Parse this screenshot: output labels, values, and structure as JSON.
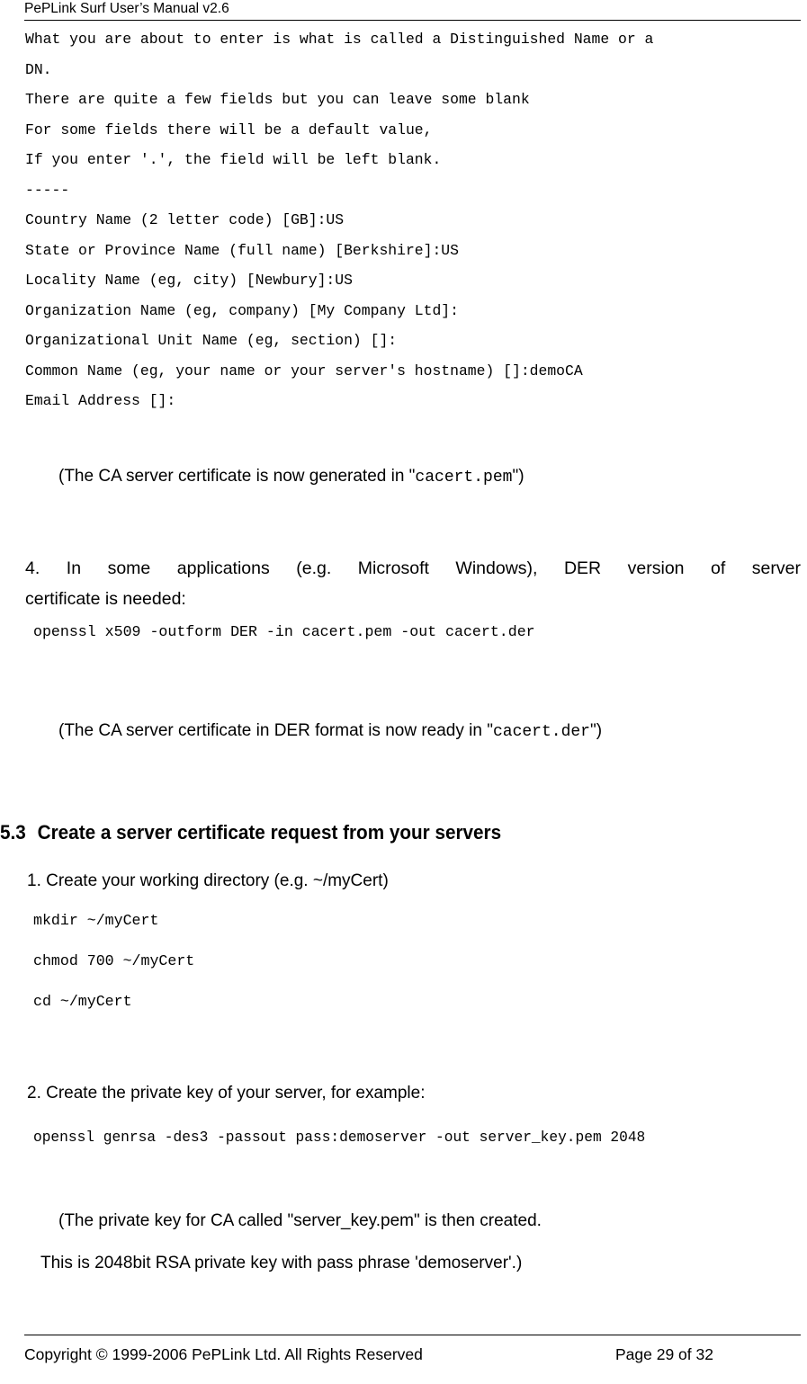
{
  "header": {
    "title": "PePLink Surf User’s Manual v2.6"
  },
  "console_output": {
    "lines": [
      "What you are about to enter is what is called a Distinguished Name or a",
      "DN.",
      "There are quite a few fields but you can leave some blank",
      "For some fields there will be a default value,",
      "If you enter '.', the field will be left blank.",
      "-----",
      "Country Name (2 letter code) [GB]:US",
      "State or Province Name (full name) [Berkshire]:US",
      "Locality Name (eg, city) [Newbury]:US",
      "Organization Name (eg, company) [My Company Ltd]:",
      "Organizational Unit Name (eg, section) []:",
      "Common Name (eg, your name or your server's hostname) []:demoCA",
      "Email Address []:"
    ]
  },
  "notes": {
    "cacert_pem": {
      "prefix": "(The CA server certificate is now generated in \"",
      "mono": "cacert.pem",
      "suffix": "\")"
    },
    "cacert_der": {
      "prefix": "(The CA server certificate in DER format is now ready in \"",
      "mono": "cacert.der",
      "suffix": "\")"
    },
    "private_key_line1": "(The private key for CA called \"server_key.pem\" is then created.",
    "private_key_line2": "This is 2048bit RSA private key with pass phrase 'demoserver'.)"
  },
  "step4": {
    "line1": "4. In some applications (e.g. Microsoft Windows), DER version of server",
    "line2": "certificate is needed:",
    "command": "openssl x509 -outform DER -in cacert.pem -out cacert.der"
  },
  "section": {
    "number": "5.3",
    "title": "Create a server certificate request from your servers"
  },
  "step1": {
    "label": "1. Create your working directory (e.g. ~/myCert)",
    "commands": [
      "mkdir ~/myCert",
      "chmod 700 ~/myCert",
      "cd ~/myCert"
    ]
  },
  "step2": {
    "label": "2. Create the private key of your server, for example:",
    "command": "openssl genrsa -des3 -passout pass:demoserver -out server_key.pem 2048"
  },
  "footer": {
    "copyright": "Copyright © 1999-2006 PePLink Ltd. All Rights Reserved",
    "page": "Page 29 of 32"
  }
}
